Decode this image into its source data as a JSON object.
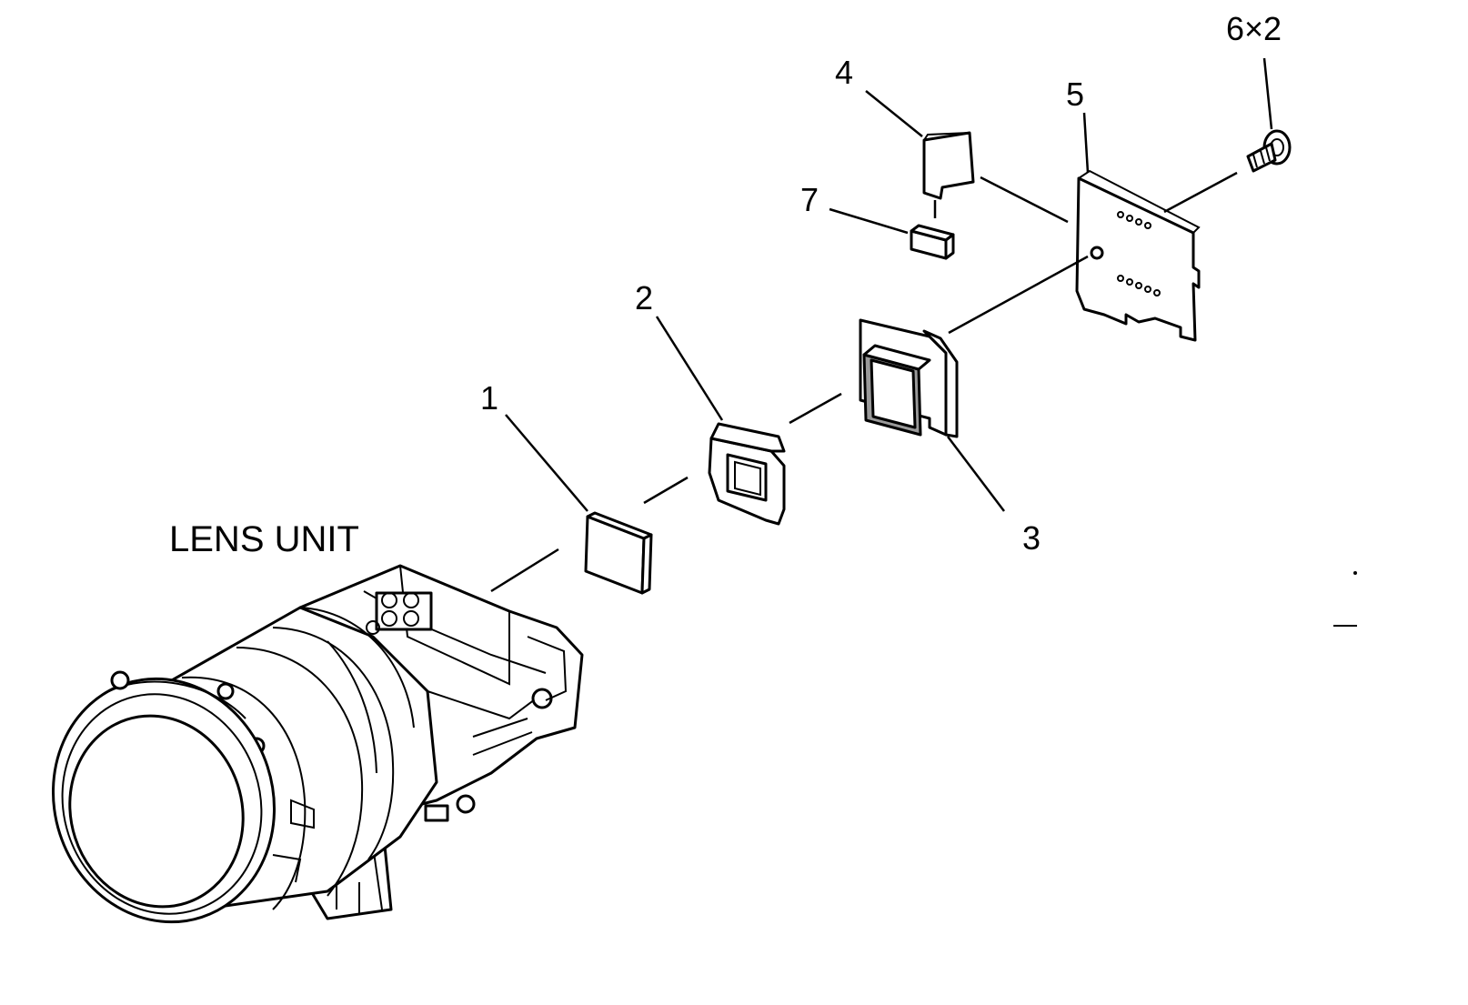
{
  "diagram": {
    "assembly_label": "LENS UNIT",
    "callouts": {
      "part_1": "1",
      "part_2": "2",
      "part_3": "3",
      "part_4": "4",
      "part_5": "5",
      "part_6": "6×2",
      "part_7": "7"
    }
  }
}
